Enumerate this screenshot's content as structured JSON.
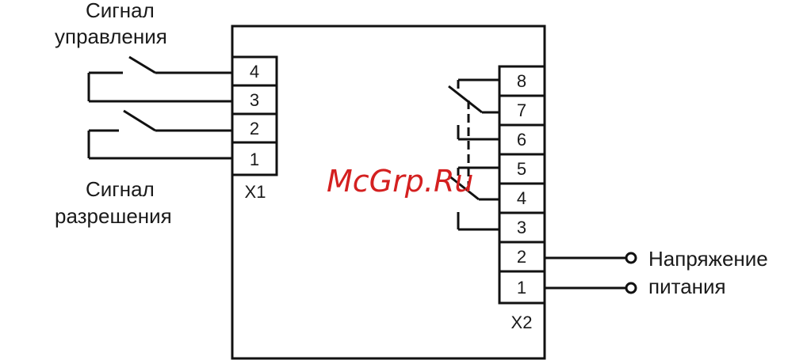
{
  "labels": {
    "control_line1": "Сигнал",
    "control_line2": "управления",
    "enable_line1": "Сигнал",
    "enable_line2": "разрешения",
    "power_line1": "Напряжение",
    "power_line2": "питания",
    "x1": "X1",
    "x2": "X2"
  },
  "watermark": "McGrp.Ru",
  "x1_terminals": [
    "4",
    "3",
    "2",
    "1"
  ],
  "x2_terminals": [
    "8",
    "7",
    "6",
    "5",
    "4",
    "3",
    "2",
    "1"
  ],
  "colors": {
    "line": "#111111",
    "watermark": "#d42020"
  }
}
